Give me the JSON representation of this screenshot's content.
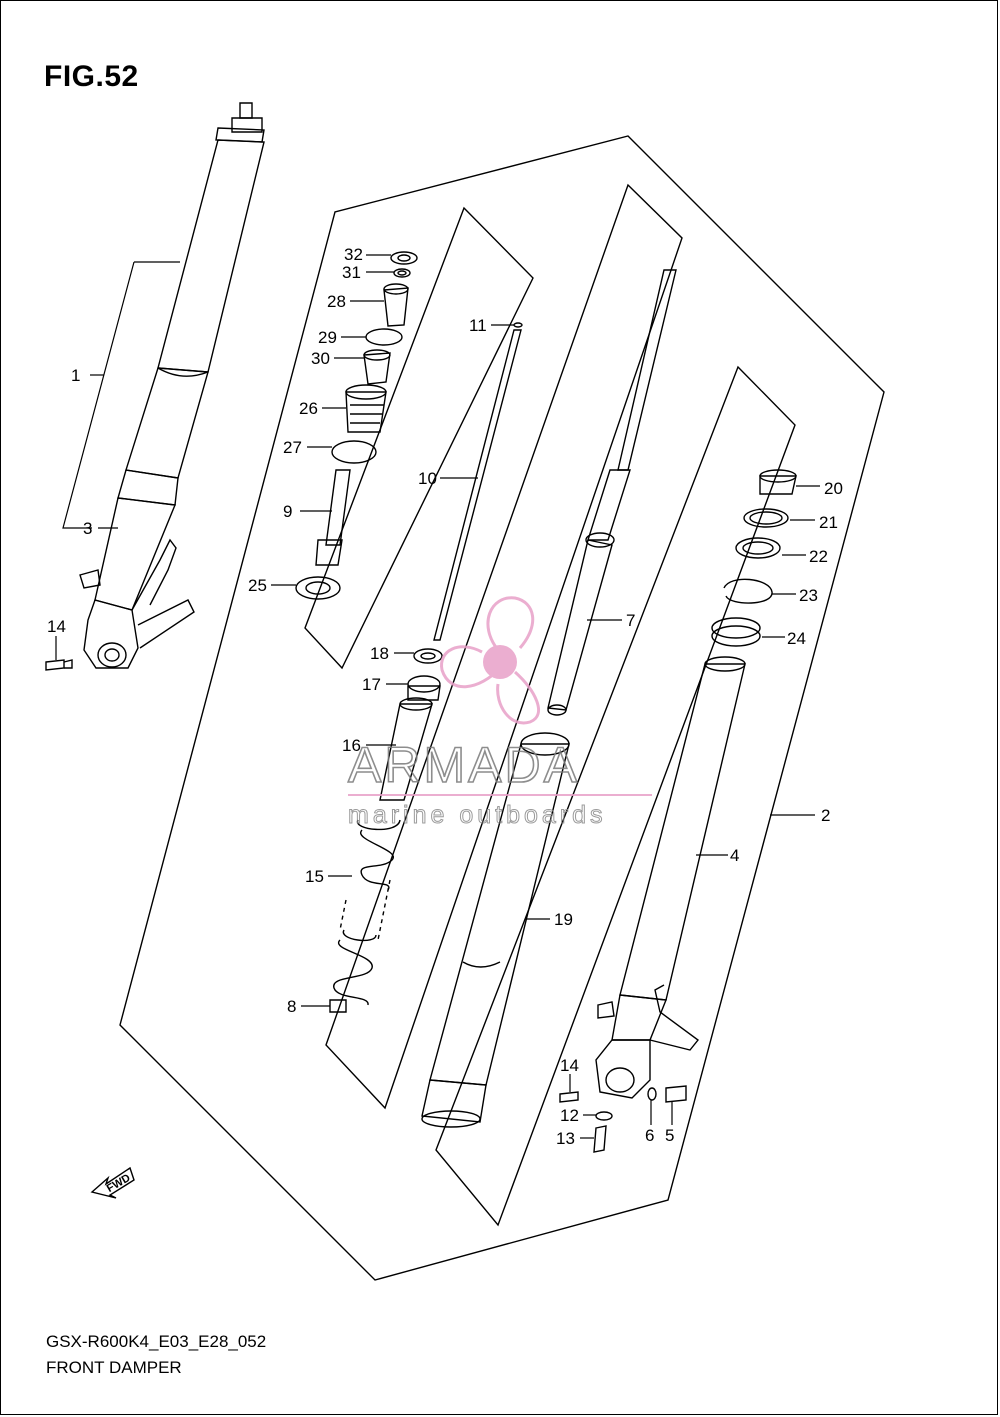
{
  "figure": {
    "title": "FIG.52"
  },
  "footer": {
    "model_code": "GSX-R600K4_E03_E28_052",
    "section_name": "FRONT DAMPER"
  },
  "watermark": {
    "brand": "ARMADA",
    "tagline": "marine outboards",
    "color": "#e8a0c8"
  },
  "direction_arrow": {
    "text": "FWD"
  },
  "callouts": [
    {
      "num": "1",
      "part": "front-fork-assembly-left"
    },
    {
      "num": "2",
      "part": "front-fork-assembly-right"
    },
    {
      "num": "3",
      "part": "outer-tube-left"
    },
    {
      "num": "4",
      "part": "outer-tube-right"
    },
    {
      "num": "5",
      "part": "adjuster-bolt"
    },
    {
      "num": "6",
      "part": "gasket"
    },
    {
      "num": "7",
      "part": "cylinder"
    },
    {
      "num": "8",
      "part": "nut"
    },
    {
      "num": "9",
      "part": "adjuster-rod"
    },
    {
      "num": "10",
      "part": "damper-rod"
    },
    {
      "num": "11",
      "part": "o-ring"
    },
    {
      "num": "12",
      "part": "gasket"
    },
    {
      "num": "13",
      "part": "bolt"
    },
    {
      "num": "14",
      "part": "bolt"
    },
    {
      "num": "15",
      "part": "spring"
    },
    {
      "num": "16",
      "part": "spacer"
    },
    {
      "num": "17",
      "part": "seat"
    },
    {
      "num": "18",
      "part": "washer"
    },
    {
      "num": "19",
      "part": "inner-tube"
    },
    {
      "num": "20",
      "part": "bushing"
    },
    {
      "num": "21",
      "part": "bushing"
    },
    {
      "num": "22",
      "part": "seal"
    },
    {
      "num": "23",
      "part": "stopper-ring"
    },
    {
      "num": "24",
      "part": "dust-seal"
    },
    {
      "num": "25",
      "part": "seal"
    },
    {
      "num": "26",
      "part": "cap-bolt"
    },
    {
      "num": "27",
      "part": "o-ring"
    },
    {
      "num": "28",
      "part": "adjuster"
    },
    {
      "num": "29",
      "part": "o-ring"
    },
    {
      "num": "30",
      "part": "retainer"
    },
    {
      "num": "31",
      "part": "washer"
    },
    {
      "num": "32",
      "part": "washer"
    }
  ]
}
